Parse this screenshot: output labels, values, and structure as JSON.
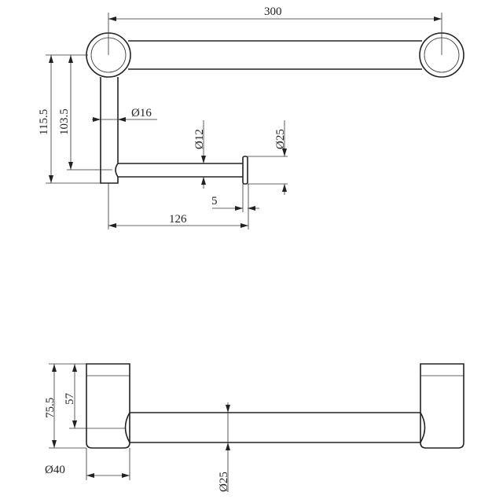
{
  "colors": {
    "line": "#222222",
    "background": "#ffffff"
  },
  "top_view": {
    "length": "300",
    "height_overall": "115.5",
    "height_arm": "103.5",
    "arm_diameter": "Ø16",
    "rod_diameter": "Ø12",
    "cap_diameter": "Ø25",
    "cap_thickness": "5",
    "rod_length": "126"
  },
  "front_view": {
    "height_overall": "75.5",
    "height_bar": "57",
    "mount_diameter": "Ø40",
    "bar_diameter": "Ø25"
  }
}
